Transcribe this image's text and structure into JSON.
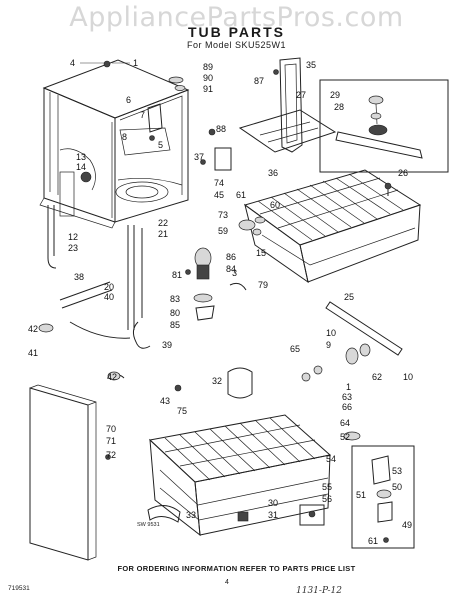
{
  "watermark": "AppliancePartsPros.com",
  "title": "TUB PARTS",
  "subtitle": "For Model SKU525W1",
  "footer_note": "FOR ORDERING INFORMATION REFER TO PARTS PRICE LIST",
  "page_number": "4",
  "corner_code": "719531",
  "drawing_code": "SW 9531",
  "handwritten_note": "1131-P-12",
  "callouts": [
    "1",
    "3",
    "4",
    "5",
    "6",
    "7",
    "8",
    "9",
    "10",
    "12",
    "13",
    "14",
    "15",
    "20",
    "21",
    "22",
    "23",
    "25",
    "26",
    "27",
    "28",
    "29",
    "30",
    "31",
    "32",
    "33",
    "35",
    "36",
    "37",
    "38",
    "39",
    "40",
    "41",
    "42",
    "43",
    "45",
    "49",
    "50",
    "51",
    "52",
    "53",
    "54",
    "55",
    "56",
    "59",
    "60",
    "61",
    "62",
    "63",
    "64",
    "65",
    "66",
    "70",
    "71",
    "72",
    "73",
    "74",
    "75",
    "79",
    "80",
    "81",
    "83",
    "84",
    "85",
    "86",
    "87",
    "88",
    "89",
    "90",
    "91"
  ]
}
